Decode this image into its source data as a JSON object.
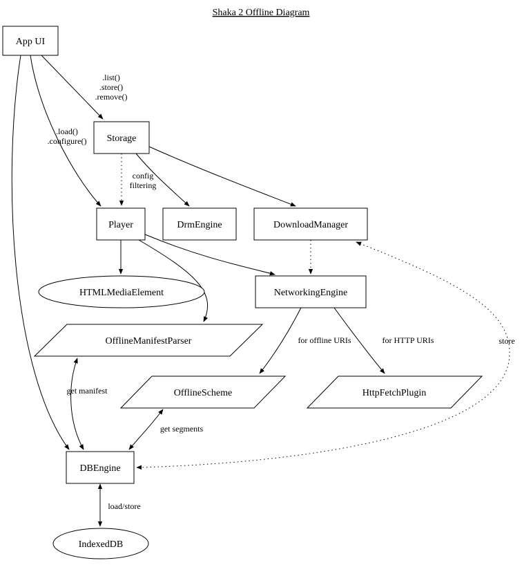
{
  "title": "Shaka 2 Offline Diagram",
  "nodes": {
    "app_ui": {
      "label": "App UI",
      "shape": "box"
    },
    "storage": {
      "label": "Storage",
      "shape": "box"
    },
    "player": {
      "label": "Player",
      "shape": "box"
    },
    "drm_engine": {
      "label": "DrmEngine",
      "shape": "box"
    },
    "download_manager": {
      "label": "DownloadManager",
      "shape": "box"
    },
    "networking_engine": {
      "label": "NetworkingEngine",
      "shape": "box"
    },
    "html_media_element": {
      "label": "HTMLMediaElement",
      "shape": "ellipse"
    },
    "offline_manifest_parser": {
      "label": "OfflineManifestParser",
      "shape": "parallelogram"
    },
    "offline_scheme": {
      "label": "OfflineScheme",
      "shape": "parallelogram"
    },
    "http_fetch_plugin": {
      "label": "HttpFetchPlugin",
      "shape": "parallelogram"
    },
    "db_engine": {
      "label": "DBEngine",
      "shape": "box"
    },
    "indexed_db": {
      "label": "IndexedDB",
      "shape": "ellipse"
    }
  },
  "edge_labels": {
    "api_storage": [
      ".list()",
      ".store()",
      ".remove()"
    ],
    "api_player": [
      ".load()",
      ".configure()"
    ],
    "config_filtering": [
      "config",
      "filtering"
    ],
    "get_manifest": "get manifest",
    "get_segments": "get segments",
    "for_offline_uris": "for offline URIs",
    "for_http_uris": "for HTTP URIs",
    "store": "store",
    "load_store": "load/store"
  },
  "colors": {
    "stroke": "#000000",
    "fill": "#ffffff",
    "text": "#000000"
  }
}
